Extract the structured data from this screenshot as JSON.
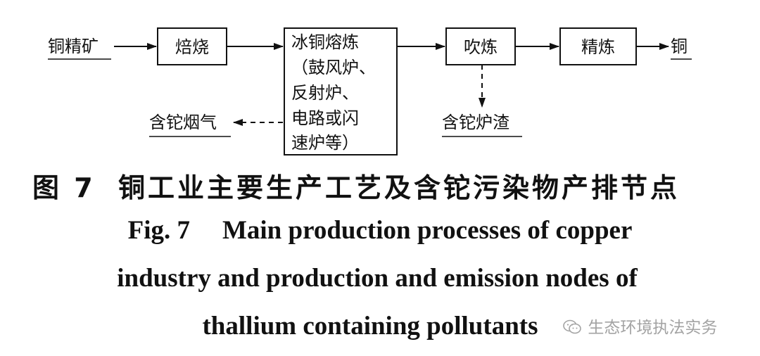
{
  "diagram": {
    "nodes": {
      "input": "铜精矿",
      "roasting": "焙烧",
      "matte_smelting": [
        "冰铜熔炼",
        "（鼓风炉、",
        "反射炉、",
        "电路或闪",
        "速炉等）"
      ],
      "converting": "吹炼",
      "refining": "精炼",
      "output": "铜",
      "flue_gas": "含铊烟气",
      "slag": "含铊炉渣"
    }
  },
  "caption": {
    "zh_fig": "图 7",
    "zh_text": "铜工业主要生产工艺及含铊污染物产排节点",
    "en_fig": "Fig. 7",
    "en_line1": "Main production processes of copper",
    "en_line2": "industry and production and emission nodes of",
    "en_line3": "thallium containing pollutants"
  },
  "watermark": {
    "text": "生态环境执法实务",
    "icon": "wechat-icon"
  }
}
